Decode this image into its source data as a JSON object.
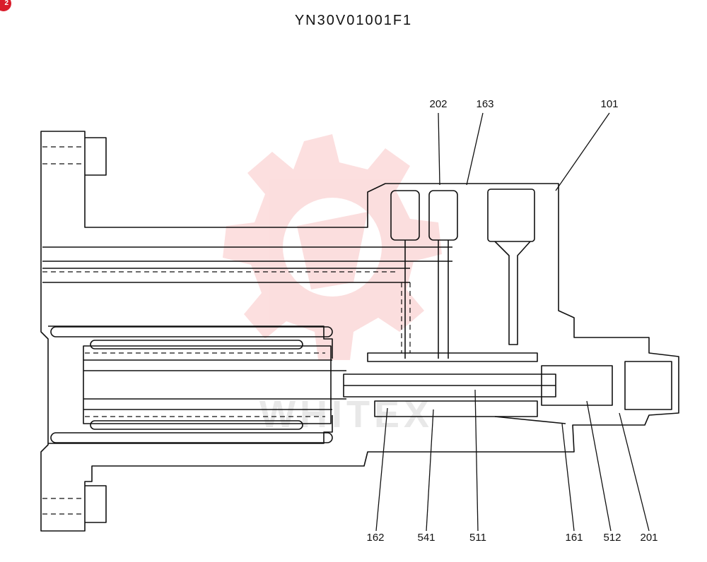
{
  "title": "YN30V01001F1",
  "corner_badge": "2",
  "watermark_text": "WHITEX",
  "colors": {
    "line": "#111111",
    "watermark": "#f5a3a3",
    "badge": "#d91c2b"
  },
  "callouts": {
    "top": [
      "202",
      "163",
      "101"
    ],
    "bottom": [
      "162",
      "541",
      "511",
      "161",
      "512",
      "201"
    ]
  }
}
